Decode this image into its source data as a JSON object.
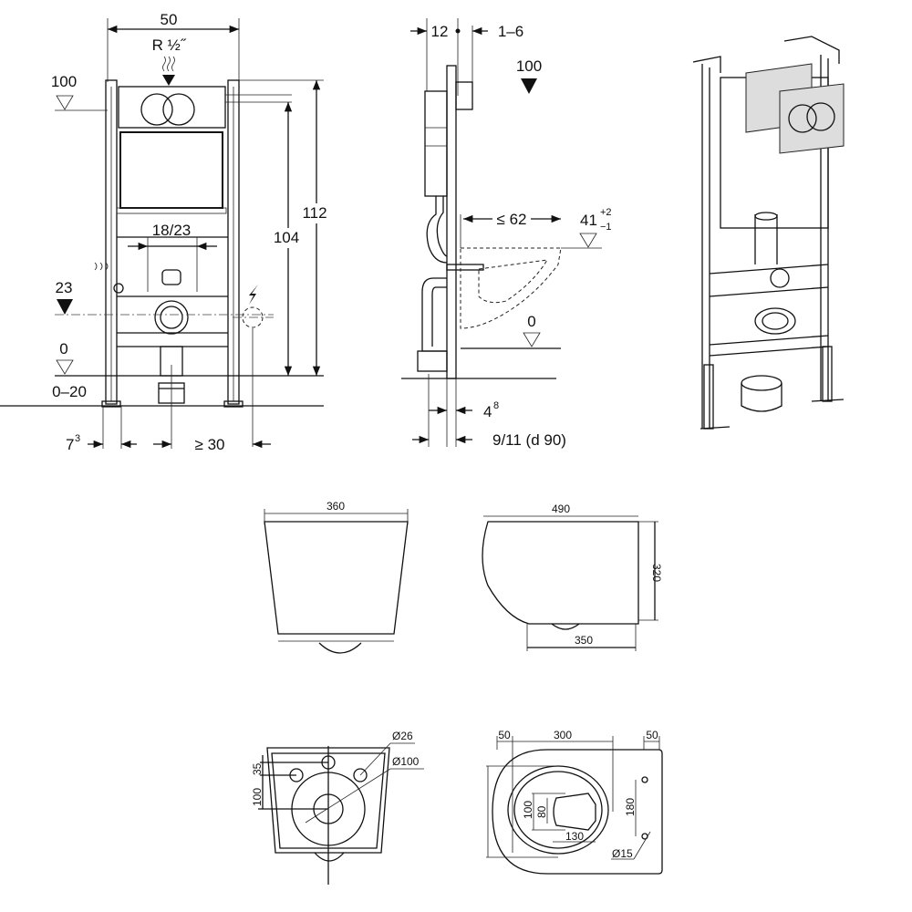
{
  "front_frame": {
    "width": "50",
    "water_inlet": "R ½˝",
    "level_100": "100",
    "height_112": "112",
    "height_104": "104",
    "spacing": "18/23",
    "level_23": "23",
    "level_0": "0",
    "range_0_20": "0–20",
    "offset_7": "7",
    "offset_7_sup": "3",
    "min_30": "≥ 30"
  },
  "side_frame": {
    "depth_12": "12",
    "range_1_6": "1–6",
    "level_100": "100",
    "max_62": "≤ 62",
    "level_41": "41",
    "tol_plus": "+2",
    "tol_minus": "−1",
    "level_0": "0",
    "offset_4": "4",
    "offset_4_sup": "8",
    "pipe": "9/11 (d 90)"
  },
  "bowl_front": {
    "width": "360"
  },
  "bowl_side": {
    "length": "490",
    "height": "320",
    "depth": "350"
  },
  "bowl_back": {
    "d26": "Ø26",
    "d100": "Ø100",
    "h35": "35",
    "h100": "100"
  },
  "bowl_top": {
    "w50a": "50",
    "w300": "300",
    "w50b": "50",
    "h100": "100",
    "h80": "80",
    "w130": "130",
    "h180": "180",
    "d15": "Ø15"
  }
}
